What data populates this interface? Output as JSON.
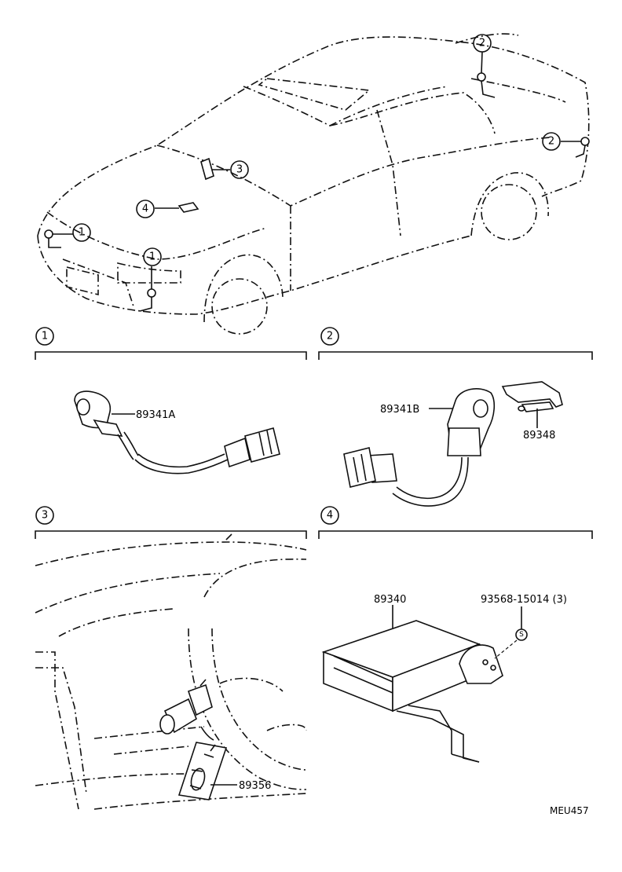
{
  "callouts": {
    "c1": "1",
    "c2": "2",
    "c3": "3",
    "c4": "4"
  },
  "sections": [
    {
      "number": "1",
      "parts": [
        "89341A"
      ]
    },
    {
      "number": "2",
      "parts": [
        "89341B",
        "89348"
      ]
    },
    {
      "number": "3",
      "parts": [
        "89356"
      ]
    },
    {
      "number": "4",
      "parts": [
        "89340",
        "93568-15014 (3)"
      ]
    }
  ],
  "screw_symbol": "S",
  "diagram_code": "MEU457"
}
